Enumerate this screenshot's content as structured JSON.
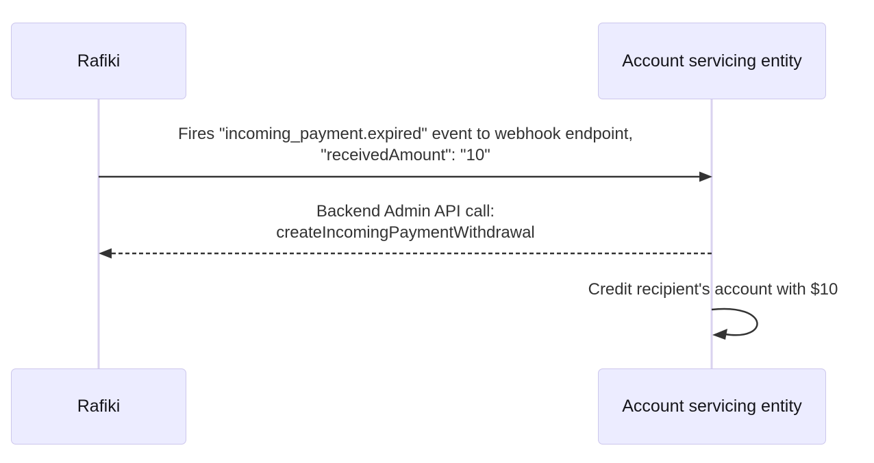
{
  "diagram": {
    "kind": "sequence-diagram",
    "background": "#ffffff",
    "colors": {
      "actor_fill": "#ECECFF",
      "actor_border": "#CCC6EC",
      "lifeline": "#D9D2EF",
      "message_line": "#333333",
      "message_text": "#333333",
      "actor_text": "#14141a"
    },
    "actors": [
      {
        "id": "rafiki",
        "label": "Rafiki"
      },
      {
        "id": "account-servicing-entity",
        "label": "Account servicing entity"
      }
    ],
    "messages": [
      {
        "from": "rafiki",
        "to": "account-servicing-entity",
        "style": "solid-arrow",
        "lines": [
          "Fires \"incoming_payment.expired\" event to webhook endpoint,",
          "\"receivedAmount\": \"10\""
        ]
      },
      {
        "from": "account-servicing-entity",
        "to": "rafiki",
        "style": "dashed-arrow",
        "lines": [
          "Backend Admin API call:",
          "createIncomingPaymentWithdrawal"
        ]
      },
      {
        "from": "account-servicing-entity",
        "to": "account-servicing-entity",
        "style": "self-loop-arrow",
        "lines": [
          "Credit recipient's account with $10"
        ]
      }
    ]
  }
}
